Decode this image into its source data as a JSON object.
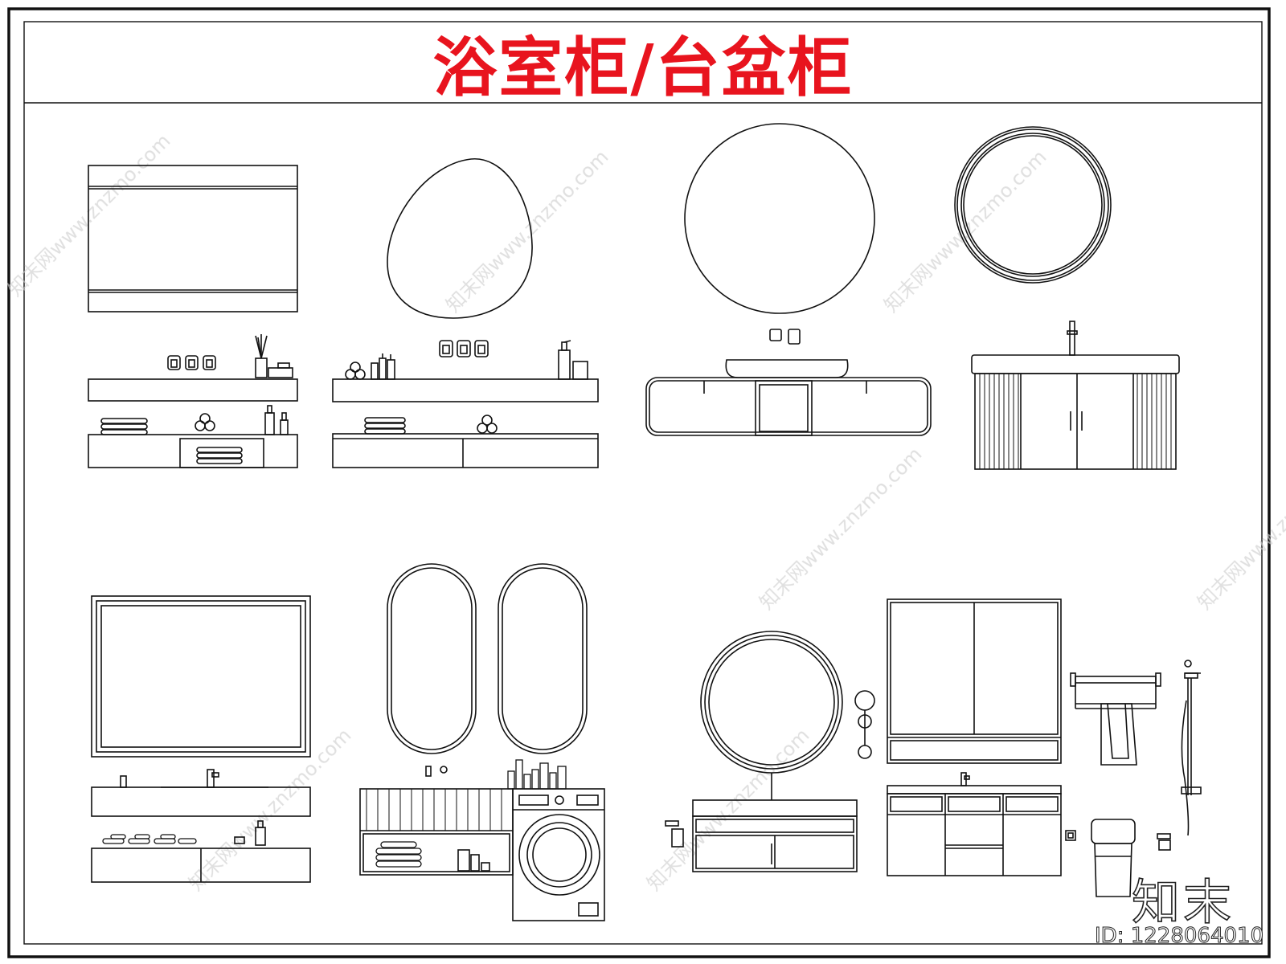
{
  "title": "浴室柜/台盆柜",
  "logo_text": "知末",
  "image_id": "ID: 1228064010",
  "watermark": "知末网www.znzmo.com",
  "colors": {
    "title": "#e8141e",
    "line": "#111111",
    "background": "#ffffff"
  }
}
